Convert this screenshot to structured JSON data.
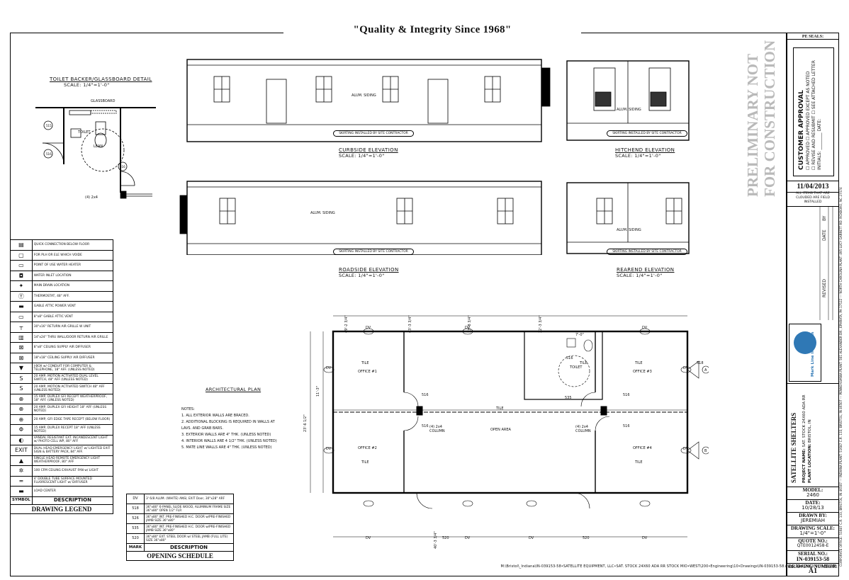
{
  "header": {
    "tagline": "\"Quality & Integrity Since 1968\""
  },
  "detail": {
    "title": "TOILET BACKER/GLASSBOARD DETAIL",
    "scale": "SCALE: 1/4\"=1'-0\"",
    "glassboard": "GLASSBOARD",
    "toilet": "TOILET",
    "lean": "LEAN",
    "note_2x4": "(4) 2x4"
  },
  "elevations": {
    "curbside": {
      "title": "CURBSIDE ELEVATION",
      "scale": "SCALE: 1/4\"=1'-0\""
    },
    "hitchend": {
      "title": "HITCHEND ELEVATION",
      "scale": "SCALE: 1/4\"=1'-0\""
    },
    "roadside": {
      "title": "ROADSIDE ELEVATION",
      "scale": "SCALE: 1/4\"=1'-0\""
    },
    "rearend": {
      "title": "REAREND ELEVATION",
      "scale": "SCALE: 1/4\"=1'-0\""
    },
    "skirting_note": "SKIRTING INSTALLED BY SITE CONTRACTOR",
    "siding": "ALUM. SIDING"
  },
  "plan": {
    "title": "ARCHITECTURAL PLAN",
    "notes_title": "NOTES:",
    "notes": [
      "1.  ALL EXTERIOR WALLS ARE BRACED.",
      "2.  ADDITIONAL BLOCKING IS REQUIRED IN WALLS AT",
      "     LAVS. AND GRAB BARS.",
      "3.  EXTERIOR WALLS ARE 4\" THK. (UNLESS NOTED)",
      "4.  INTERIOR WALLS ARE 4 1/2\" THK. (UNLESS NOTED)",
      "5.  MATE LINE WALLS ARE 4\" THK. (UNLESS NOTED)"
    ],
    "rooms": {
      "office1": "OFFICE #1",
      "office2": "OFFICE #2",
      "office3": "OFFICE #3",
      "office4": "OFFICE #4",
      "open_area": "OPEN AREA",
      "toilet": "TOILET",
      "tile": "TILE"
    },
    "column": "(4) 2x4 COLUMN",
    "dims": {
      "overall_width": "23'-6 1/2\"",
      "half_width": "11'-3\"",
      "top1": "49'-2 3/4\"",
      "top2": "43'-3 3/4\"",
      "top3": "33'-8 3/4\"",
      "top4": "22'-3 3/4\"",
      "top5": "7'-0\"",
      "bottom1": "40'-3 3/4\""
    },
    "grid_a": "A",
    "grid_b": "B",
    "tags": [
      "DV",
      "516",
      "518",
      "535",
      "520",
      "526"
    ]
  },
  "legend": {
    "rows": [
      {
        "sym": "▤",
        "desc": "QUICK CONNECTION BELOW FLOOR"
      },
      {
        "sym": "▢",
        "desc": "FOR PLH OR ELE WHICH VOIDE"
      },
      {
        "sym": "▭",
        "desc": "POINT OF USE WATER HEATER"
      },
      {
        "sym": "◘",
        "desc": "WATER INLET LOCATION"
      },
      {
        "sym": "✦",
        "desc": "MAIN DRAIN LOCATION"
      },
      {
        "sym": "Ⓣ",
        "desc": "THERMOSTAT, 48\" AFF."
      },
      {
        "sym": "▬",
        "desc": "GABLE ATTIC POWER VENT"
      },
      {
        "sym": "▭",
        "desc": "8\"x8\" GABLE ATTIC VENT"
      },
      {
        "sym": "┬",
        "desc": "30\"x16\" RETURN AIR GRILLE W UNIT"
      },
      {
        "sym": "▥",
        "desc": "14\"x24\" THRU WALL/DOOR RETURN AIR GRILLE"
      },
      {
        "sym": "⊠",
        "desc": "8\"x8\" CEILING SUPPLY AIR DIFFUSER"
      },
      {
        "sym": "⊠",
        "desc": "18\"x18\" CEILING SUPPLY AIR DIFFUSER"
      },
      {
        "sym": "▼",
        "desc": "J-BOX w/ CONDUIT FOR COMPUTER & TELEPHONE, 18\" AFF. (UNLESS NOTED)"
      },
      {
        "sym": "S",
        "desc": "20 AMP, MOTION ACTIVATED DUAL LEVEL SWITCH, 48\" AFF (UNLESS NOTED)"
      },
      {
        "sym": "S",
        "desc": "20 AMP, MOTION ACTIVATED SWITCH 48\" AFF (UNLESS NOTED)"
      },
      {
        "sym": "⊕",
        "desc": "15 AMP, DUPLEX GFI RECEPT WEATHERPROOF, 18\" AFF. (UNLESS NOTED)"
      },
      {
        "sym": "⊕",
        "desc": "20 AMP, DUPLEX GFI HEIGHT 18\" AFF (UNLESS NOTED)"
      },
      {
        "sym": "⊕",
        "desc": "20 AMP, GFI EDGE TAPE RECEPT (BELOW FLOOR)"
      },
      {
        "sym": "Φ",
        "desc": "15 AMP, DUPLEX RECEPT 18\" AFF (UNLESS NOTED)"
      },
      {
        "sym": "◐",
        "desc": "VANDAL RESISTANT EXT. INCANDESCENT LIGHT w/ PHOTO CELL WP, 80\" AFF"
      },
      {
        "sym": "EXIT",
        "desc": "DUAL HEAD EMERGENCY LIGHT w/ LIGHTED EXIT SIGN & BATTERY PACK, 84\" AFF."
      },
      {
        "sym": "▲",
        "desc": "SINGLE HEAD REMOTE EMERGENCY LIGHT WEATHERPROOF, 80\" AFF"
      },
      {
        "sym": "✲",
        "desc": "100 CFM CEILING EXHAUST FAN w/ LIGHT"
      },
      {
        "sym": "═",
        "desc": "4' DOUBLE TUBE SURFACE MOUNTED FLUORESCENT LIGHT w/ DIFFUSER"
      },
      {
        "sym": "▬",
        "desc": "LOAD CENTER"
      }
    ],
    "col_symbol": "SYMBOL",
    "col_desc": "DESCRIPTION",
    "footer": "DRAWING LEGEND"
  },
  "opening": {
    "rows": [
      {
        "mark": "DV",
        "desc": "3' 6/8 ALUM. (WHITE) ANSI, EXIT Door, 30\"x28\" ARF"
      },
      {
        "mark": "518",
        "desc": "36\"x80\" 6-PANEL SLIDE WOOD, ALUMINUM FRAME SIZE 36\"x80\" OPEN 1/2\" FLR"
      },
      {
        "mark": "526",
        "desc": "36\"x80\" INT. PRE-FINISHED H.C. DOOR w/PRE-FINISHED JAMB SIZE 36\"x80\""
      },
      {
        "mark": "535",
        "desc": "36\"x80\" INT. PRE-FINISHED H.C. DOOR w/PRE-FINISHED JAMB SIZE 36\"x80\""
      },
      {
        "mark": "520",
        "desc": "36\"x80\" EXT. STEEL DOOR w/ STEEL JAMB (FULL LITE) SIZE 36\"x80\""
      }
    ],
    "col_mark": "MARK",
    "col_desc": "DESCRIPTION",
    "footer": "OPENING SCHEDULE"
  },
  "stamp": {
    "line1": "PRELIMINARY NOT",
    "line2": "FOR CONSTRUCTION"
  },
  "title_block": {
    "pe_seals": "PE SEALS:",
    "approval_title": "CUSTOMER APPROVAL",
    "approval_opts": [
      "APPROVED",
      "APPROVED EXCEPT AS NOTED",
      "REVISE AND RESUBMIT",
      "SEE ATTACHED LETTER"
    ],
    "initials": "INITIALS:",
    "date_lbl": "DATE:",
    "date": "11/04/2013",
    "field_note": "ALL ITEMS THAT ARE CLOUDED ARE FIELD INSTALLED",
    "revised": "REVISED",
    "date_col": "DATE",
    "by_col": "BY",
    "company": "Mark Line industries",
    "customer": "SATELLITE SHELTERS",
    "project_name_lbl": "PROJECT NAME:",
    "project_name": "SAT. STOCK 24X60 ADA RR",
    "plant_location_lbl": "PLANT LOCATION:",
    "plant_location": "BRISTOL, IN",
    "model_lbl": "MODEL:",
    "model": "2460",
    "date2_lbl": "DATE:",
    "date2": "10/28/13",
    "drawn_by_lbl": "DRAWN BY:",
    "drawn_by": "JEREMIAH",
    "drawing_scale_lbl": "DRAWING SCALE:",
    "drawing_scale": "1/4\"=1'-0\"",
    "quote_lbl": "QUOTE NO.:",
    "quote": "QTE0012458-E",
    "serial_lbl": "SERIAL NO.:",
    "serial": "IN-039153-58",
    "drawing_number_lbl": "DRAWING NUMBER:",
    "drawing_number": "A1",
    "plants_note": "CORPORATE OFFICE: 51687 C.R. 133, BRISTOL, IN 46507 --- INDIANA PLANT: 51687 C.R. 133, BRISTOL, IN 46507 --- PENNSYLVANIA PLANT: 501 ALEXANDER DR., EPHRATA, PA 17522 --- NORTH CAROLINA PLANT: 495 LUCY GARRETT RD. ROXBORO, NC 27574"
  },
  "footer": {
    "path": "M:\\Bristol\\_Indiana\\IN-039153-58•SATELLITE EQUIPMENT, LLC•SAT. STOCK 24X60 ADA RR STOCK MIO•WEST\\200•Engineering\\10•Drawings\\IN-039153-58.dwg, 11/4/2013 9:34:51 AM"
  }
}
